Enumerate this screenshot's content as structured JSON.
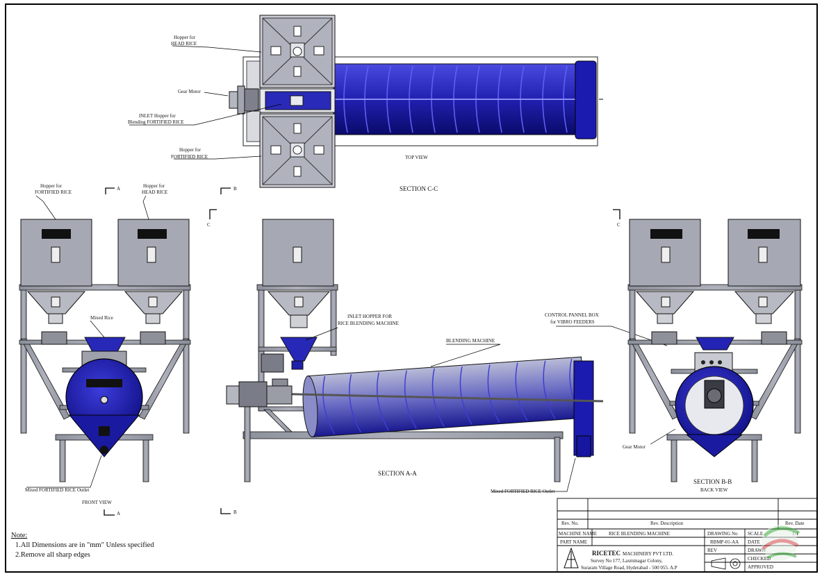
{
  "top_view": {
    "labels": {
      "hopper_head": [
        "Hopper for",
        "HEAD RICE"
      ],
      "gear_motor": "Gear Motor",
      "inlet_hopper": [
        "INLET Hopper for",
        "Blending FORTIFIED RICE"
      ],
      "hopper_fortified": [
        "Hopper for",
        "FORTIFIED RICE"
      ]
    },
    "caption": "TOP VIEW",
    "section": "SECTION C-C"
  },
  "front_view": {
    "labels": {
      "hopper_fortified": [
        "Hopper for",
        "FORTIFIED RICE"
      ],
      "hopper_head": [
        "Hopper for",
        "HEAD RICE"
      ],
      "mixed_rice": "Mixed Rice",
      "outlet": "Mixed FORTIFIED RICE Outlet"
    },
    "caption": "FRONT VIEW"
  },
  "section_aa": {
    "labels": {
      "inlet_hopper": [
        "INLET HOPPER FOR",
        "RICE BLENDING MACHINE"
      ],
      "blending_machine": "BLENDING MACHINE",
      "control_box": [
        "CONTROL PANNEL BOX",
        "for VIBRO FEEDERS"
      ],
      "outlet": "Mixed FORTIFIED RICE Outlet"
    },
    "caption": "SECTION A-A"
  },
  "back_view": {
    "labels": {
      "gear_motor": "Gear Motor"
    },
    "caption": [
      "SECTION B-B",
      "BACK VIEW"
    ]
  },
  "section_markers": {
    "a": "A",
    "b": "B",
    "c": "C"
  },
  "notes": {
    "title": "Note:",
    "items": [
      "1.All Dimensions are in \"mm\" Unless specified",
      "2.Remove all sharp edges"
    ]
  },
  "title_block": {
    "rev_no_label": "Rev. No.",
    "rev_desc_label": "Rev. Description",
    "rev_date_label": "Rev. Date",
    "machine_name_label": "MACHINE NAME",
    "machine_name": "RICE BLENDING MACHINE",
    "part_name_label": "PART NAME",
    "drawing_no_label": "DRAWING No",
    "drawing_no": "RBMP-01-AA",
    "scale_label": "SCALE",
    "scale_value": "1:1",
    "date_label": "DATE",
    "rev_label": "REV",
    "drawn_label": "DRAWN",
    "checked_label": "CHECKED",
    "approved_label": "APPROVED",
    "company": "RICETEC",
    "company_suffix": "MACHINERY PVT LTD.",
    "address1": "Survey No 177, Laxminagar Colony,",
    "address2": "Suraram Village Road, Hyderabad - 500 055. A.P"
  },
  "colors": {
    "steel": "#a3a7b2",
    "steel_dark": "#6f7380",
    "drum": "#2323b4",
    "drum_dark": "#0c0c70",
    "frame": "#c9ccd4"
  }
}
